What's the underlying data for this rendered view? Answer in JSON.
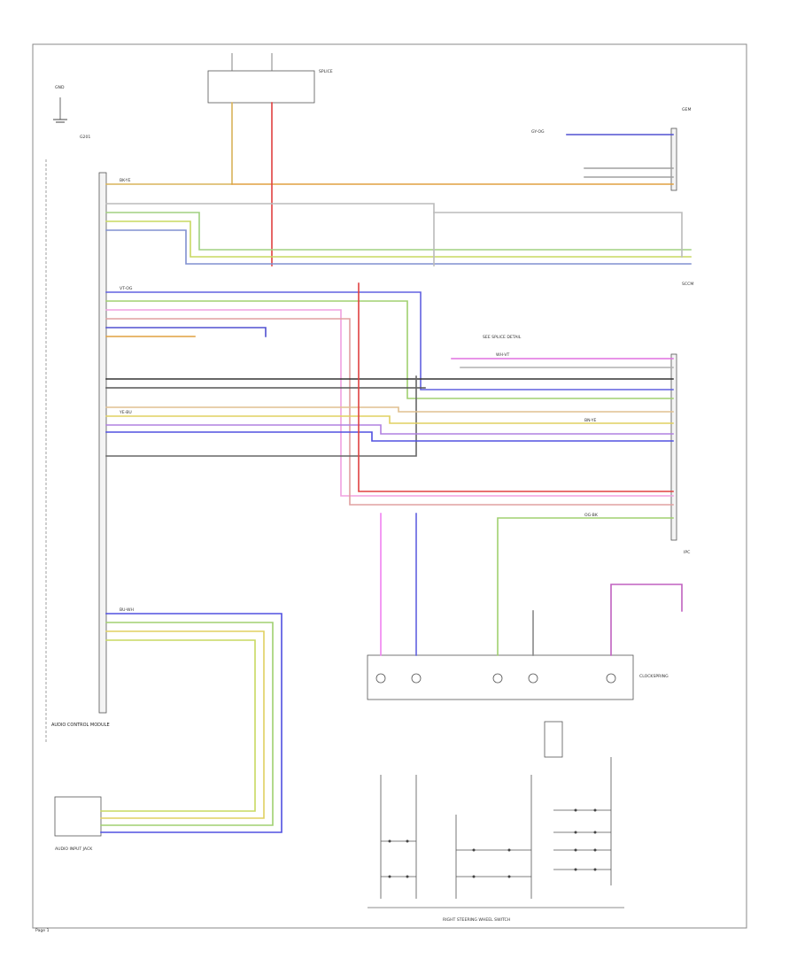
{
  "labels": {
    "splice_top": "SPLICE",
    "ground": "GND",
    "radio_module": "AUDIO CONTROL MODULE",
    "gem": "GEM",
    "ipc": "IPC",
    "sccm": "SCCM",
    "clockspring": "CLOCKSPRING",
    "right_switch": "RIGHT STEERING WHEEL SWITCH",
    "audio_input": "AUDIO INPUT JACK",
    "bottom_left": "Page 1",
    "splice_note": "SEE SPLICE DETAIL",
    "ground_note": "G201",
    "wire_note_1": "BK-YE",
    "wire_note_2": "VT-OG",
    "wire_note_3": "YE-BU",
    "wire_note_4": "BU-WH",
    "wire_note_5": "GY-OG",
    "wire_note_6": "WH-VT",
    "wire_note_7": "BN-YE",
    "wire_note_8": "OG-BK"
  }
}
